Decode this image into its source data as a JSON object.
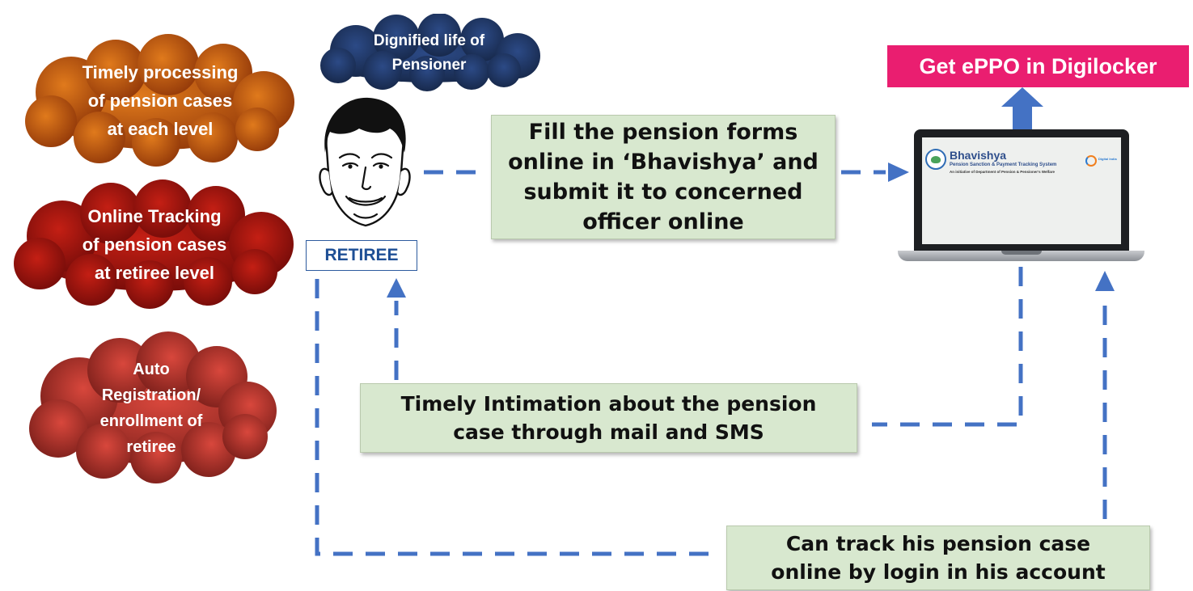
{
  "colors": {
    "connector_blue": "#4472c4",
    "eppo_pink": "#ea1e70",
    "box_green": "#d8e8cf",
    "cloud_orange": "#c35a10",
    "cloud_red": "#a6150f",
    "cloud_brick": "#b3352e",
    "cloud_navy": "#1e3461"
  },
  "clouds": {
    "dignified": "Dignified life of\nPensioner",
    "timely_processing": "Timely processing\nof pension cases\nat each level",
    "online_tracking": "Online Tracking\nof  pension cases\nat retiree level",
    "auto_registration": "Auto\nRegistration/\nenrollment of\nretiree"
  },
  "retiree_label": "RETIREE",
  "boxes": {
    "fill_forms": "Fill the pension forms\nonline in ‘Bhavishya’ and\nsubmit it to concerned\nofficer online",
    "intimation": "Timely Intimation about the pension\ncase through mail and SMS",
    "track_case": "Can track his pension case\nonline by login in his account"
  },
  "eppo_label": "Get ePPO in Digilocker",
  "laptop_screen": {
    "title": "Bhavishya",
    "subtitle": "Pension Sanction & Payment Tracking System",
    "initiative": "An initiative of Department of Pension & Pensioner's Welfare",
    "badge": "Digital India"
  },
  "icons": {
    "retiree": "retiree-face-icon",
    "laptop": "laptop-icon",
    "logo": "bhavishya-logo-icon",
    "digital_india": "digital-india-logo-icon"
  }
}
